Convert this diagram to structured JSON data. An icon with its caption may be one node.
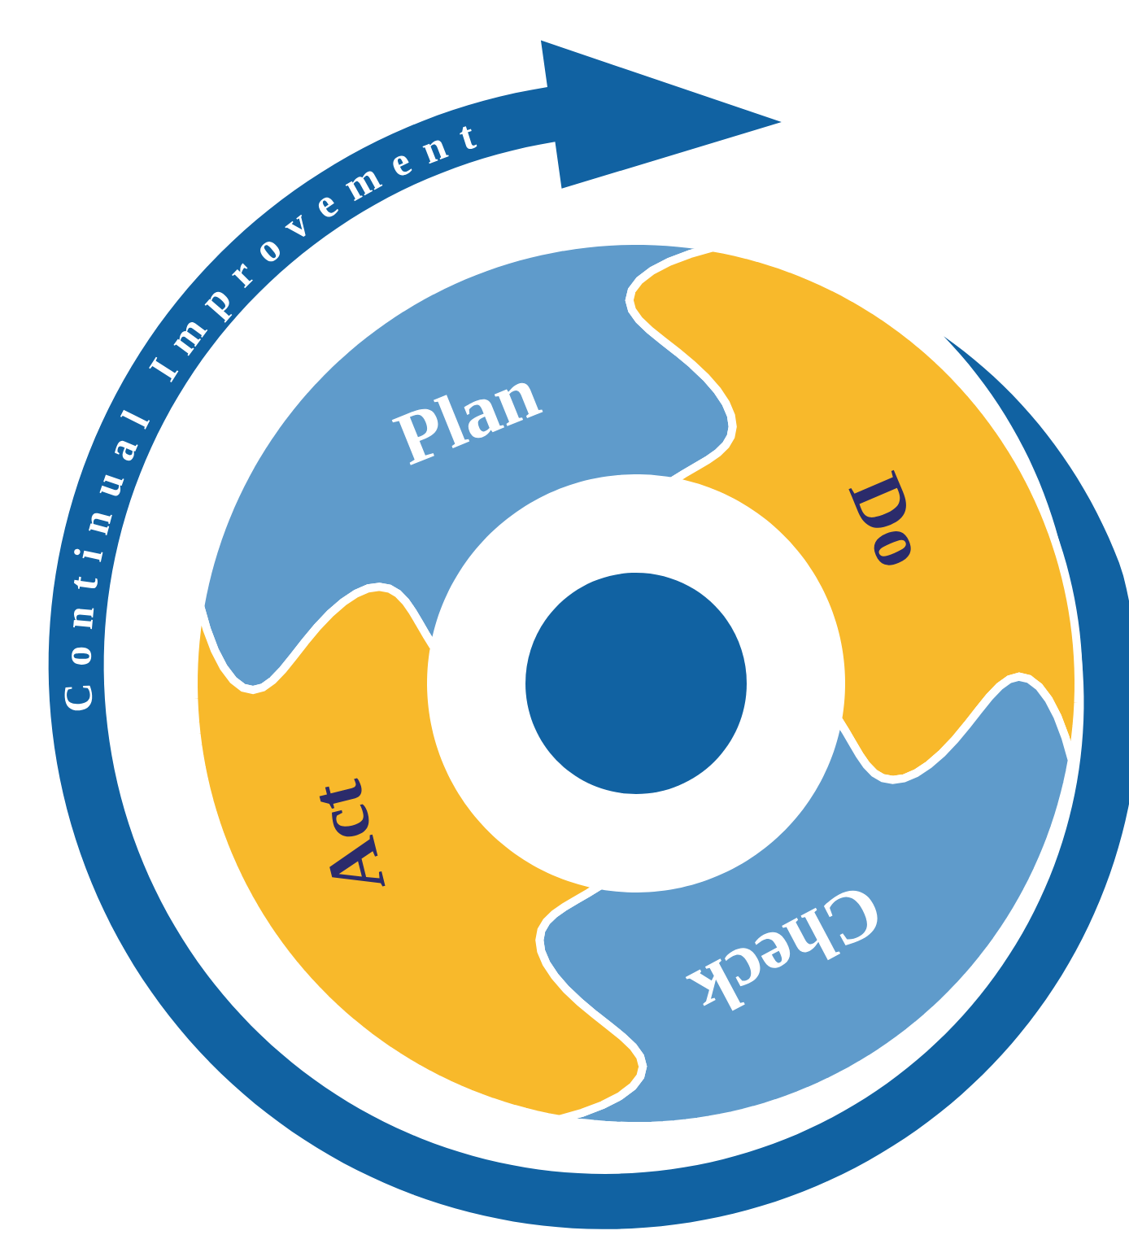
{
  "diagram": {
    "nodes": [
      {
        "text": [
          "Plan"
        ]
      },
      {
        "text": [
          "Do"
        ]
      },
      {
        "text": [
          "Check"
        ]
      },
      {
        "text": [
          "Act"
        ]
      },
      {
        "text": [],
        "shape": "circle"
      }
    ],
    "labels": [
      "Continual Improvement"
    ]
  }
}
